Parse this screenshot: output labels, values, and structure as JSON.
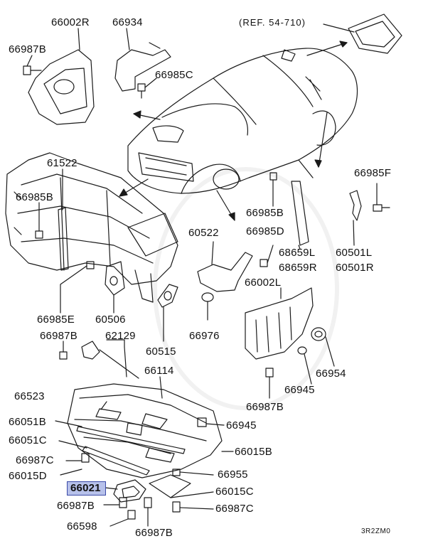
{
  "diagram": {
    "labels": [
      {
        "id": "l1",
        "text": "66002R",
        "kind": "normal"
      },
      {
        "id": "l2",
        "text": "66934",
        "kind": "normal"
      },
      {
        "id": "l3",
        "text": "(REF. 54-710)",
        "kind": "ref"
      },
      {
        "id": "l4",
        "text": "66987B",
        "kind": "normal"
      },
      {
        "id": "l5",
        "text": "66985C",
        "kind": "normal"
      },
      {
        "id": "l6",
        "text": "61522",
        "kind": "normal"
      },
      {
        "id": "l7",
        "text": "66985F",
        "kind": "normal"
      },
      {
        "id": "l8",
        "text": "66985B",
        "kind": "normal"
      },
      {
        "id": "l9",
        "text": "66985B",
        "kind": "normal"
      },
      {
        "id": "l10",
        "text": "60522",
        "kind": "normal"
      },
      {
        "id": "l11",
        "text": "66985D",
        "kind": "normal"
      },
      {
        "id": "l12",
        "text": "68659L",
        "kind": "normal"
      },
      {
        "id": "l13",
        "text": "60501L",
        "kind": "normal"
      },
      {
        "id": "l14",
        "text": "68659R",
        "kind": "normal"
      },
      {
        "id": "l15",
        "text": "60501R",
        "kind": "normal"
      },
      {
        "id": "l16",
        "text": "66002L",
        "kind": "normal"
      },
      {
        "id": "l17",
        "text": "66985E",
        "kind": "normal"
      },
      {
        "id": "l18",
        "text": "60506",
        "kind": "normal"
      },
      {
        "id": "l19",
        "text": "66976",
        "kind": "normal"
      },
      {
        "id": "l20",
        "text": "66987B",
        "kind": "normal"
      },
      {
        "id": "l21",
        "text": "62129",
        "kind": "normal"
      },
      {
        "id": "l22",
        "text": "60515",
        "kind": "normal"
      },
      {
        "id": "l23",
        "text": "66954",
        "kind": "normal"
      },
      {
        "id": "l24",
        "text": "66114",
        "kind": "normal"
      },
      {
        "id": "l25",
        "text": "66945",
        "kind": "normal"
      },
      {
        "id": "l26",
        "text": "66523",
        "kind": "normal"
      },
      {
        "id": "l27",
        "text": "66987B",
        "kind": "normal"
      },
      {
        "id": "l28",
        "text": "66051B",
        "kind": "normal"
      },
      {
        "id": "l29",
        "text": "66945",
        "kind": "normal"
      },
      {
        "id": "l30",
        "text": "66051C",
        "kind": "normal"
      },
      {
        "id": "l31",
        "text": "66015B",
        "kind": "normal"
      },
      {
        "id": "l32",
        "text": "66987C",
        "kind": "normal"
      },
      {
        "id": "l33",
        "text": "66015D",
        "kind": "normal"
      },
      {
        "id": "l34",
        "text": "66955",
        "kind": "normal"
      },
      {
        "id": "l35",
        "text": "66021",
        "kind": "highlight"
      },
      {
        "id": "l36",
        "text": "66015C",
        "kind": "normal"
      },
      {
        "id": "l37",
        "text": "66987B",
        "kind": "normal"
      },
      {
        "id": "l38",
        "text": "66987C",
        "kind": "normal"
      },
      {
        "id": "l39",
        "text": "66598",
        "kind": "normal"
      },
      {
        "id": "l40",
        "text": "66987B",
        "kind": "normal"
      },
      {
        "id": "l41",
        "text": "3R2ZM0",
        "kind": "code"
      }
    ],
    "colors": {
      "line": "#1a1a1a",
      "highlight_fill": "#b7c1ea",
      "highlight_border": "#3b4aa8",
      "watermark": "#ececec"
    }
  }
}
